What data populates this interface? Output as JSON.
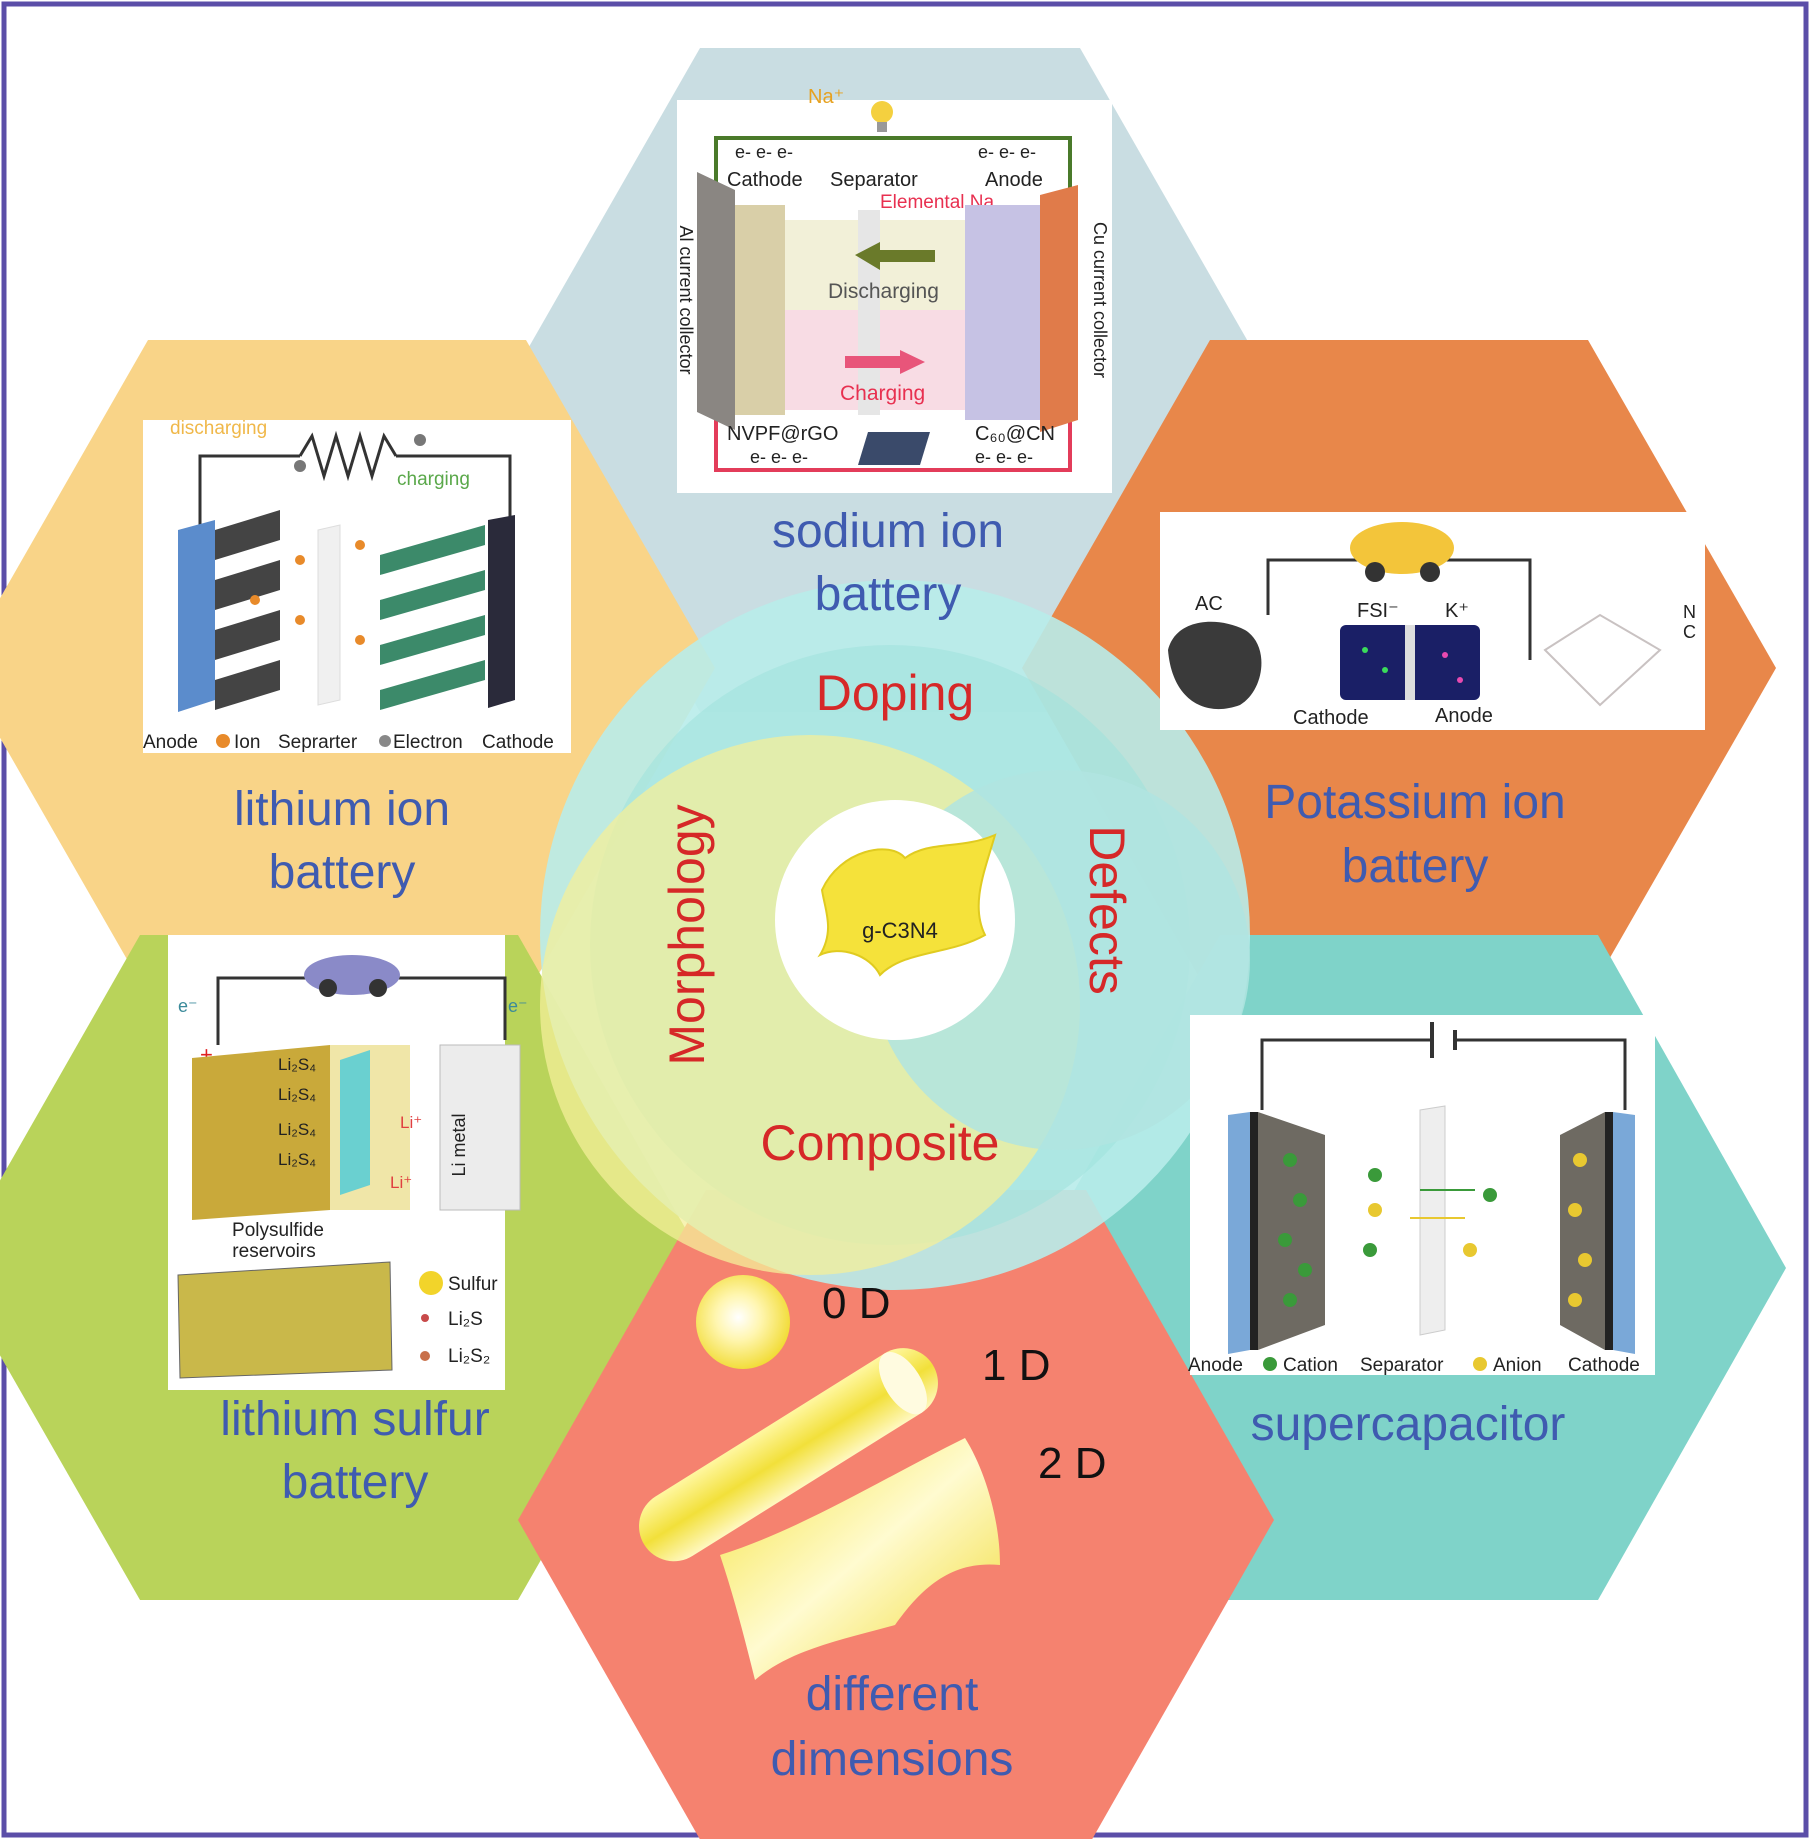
{
  "colors": {
    "frame": "#5b4ea8",
    "sodium_hex": "#c9dde2",
    "lithium_hex": "#f9d488",
    "potassium_hex": "#e8874a",
    "lisulfur_hex": "#b9d35a",
    "supercap_hex": "#7fd3c9",
    "dimensions_hex": "#f5826f",
    "title_blue": "#3f5bb0",
    "center_red": "#d62828",
    "circle_cyan": "#b8ecea",
    "circle_yellow": "#f4ef9a"
  },
  "center": {
    "material": "g-C3N4",
    "doping": "Doping",
    "morphology": "Morphology",
    "defects": "Defects",
    "composite": "Composite"
  },
  "hexagons": {
    "sodium": {
      "title_line1": "sodium ion",
      "title_line2": "battery",
      "panel": {
        "na_ion": "Na⁺",
        "e_group": "e-  e-  e-",
        "cathode": "Cathode",
        "separator": "Separator",
        "anode": "Anode",
        "elemental_na": "Elemental Na",
        "left_collector": "Al current collector",
        "right_collector": "Cu current collector",
        "discharging": "Discharging",
        "charging": "Charging",
        "cathode_material": "NVPF@rGO",
        "anode_material": "C₆₀@CN"
      }
    },
    "lithium_ion": {
      "title_line1": "lithium ion",
      "title_line2": "battery",
      "panel": {
        "discharging": "discharging",
        "charging": "charging",
        "legend_anode": "Anode",
        "legend_ion": "Ion",
        "legend_separator": "Seprarter",
        "legend_electron": "Electron",
        "legend_cathode": "Cathode"
      }
    },
    "potassium": {
      "title_line1": "Potassium ion",
      "title_line2": "battery",
      "panel": {
        "ac": "AC",
        "fsi": "FSI⁻",
        "k_ion": "K⁺",
        "n_label": "N",
        "c_label": "C",
        "cathode": "Cathode",
        "anode": "Anode"
      }
    },
    "lithium_sulfur": {
      "title_line1": "lithium sulfur",
      "title_line2": "battery",
      "panel": {
        "e_left": "e⁻",
        "e_right": "e⁻",
        "plus": "+",
        "minus": "−",
        "li2s4": "Li₂S₄",
        "li_ion": "Li⁺",
        "li_metal": "Li metal",
        "reservoir_line1": "Polysulfide",
        "reservoir_line2": "reservoirs",
        "legend_sulfur": "Sulfur",
        "legend_li2s": "Li₂S",
        "legend_li2s2": "Li₂S₂"
      }
    },
    "supercapacitor": {
      "title": "supercapacitor",
      "panel": {
        "legend_anode": "Anode",
        "legend_cation": "Cation",
        "legend_separator": "Separator",
        "legend_anion": "Anion",
        "legend_cathode": "Cathode"
      }
    },
    "dimensions": {
      "title_line1": "different",
      "title_line2": "dimensions",
      "zero_d": "0 D",
      "one_d": "1 D",
      "two_d": "2 D"
    }
  }
}
